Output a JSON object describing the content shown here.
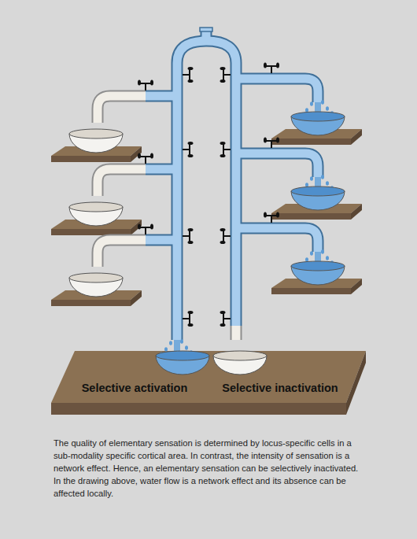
{
  "diagram": {
    "caption": "The quality of elementary sensation is determined by locus-specific cells in a sub-modality specific cortical area. In contrast, the intensity of sensation is a network effect. Hence, an elementary sensation can be selectively inactivated. In the drawing above, water flow is a network effect and its absence can be affected locally.",
    "labels": [
      "Selective activation",
      "Selective inactivation"
    ]
  }
}
